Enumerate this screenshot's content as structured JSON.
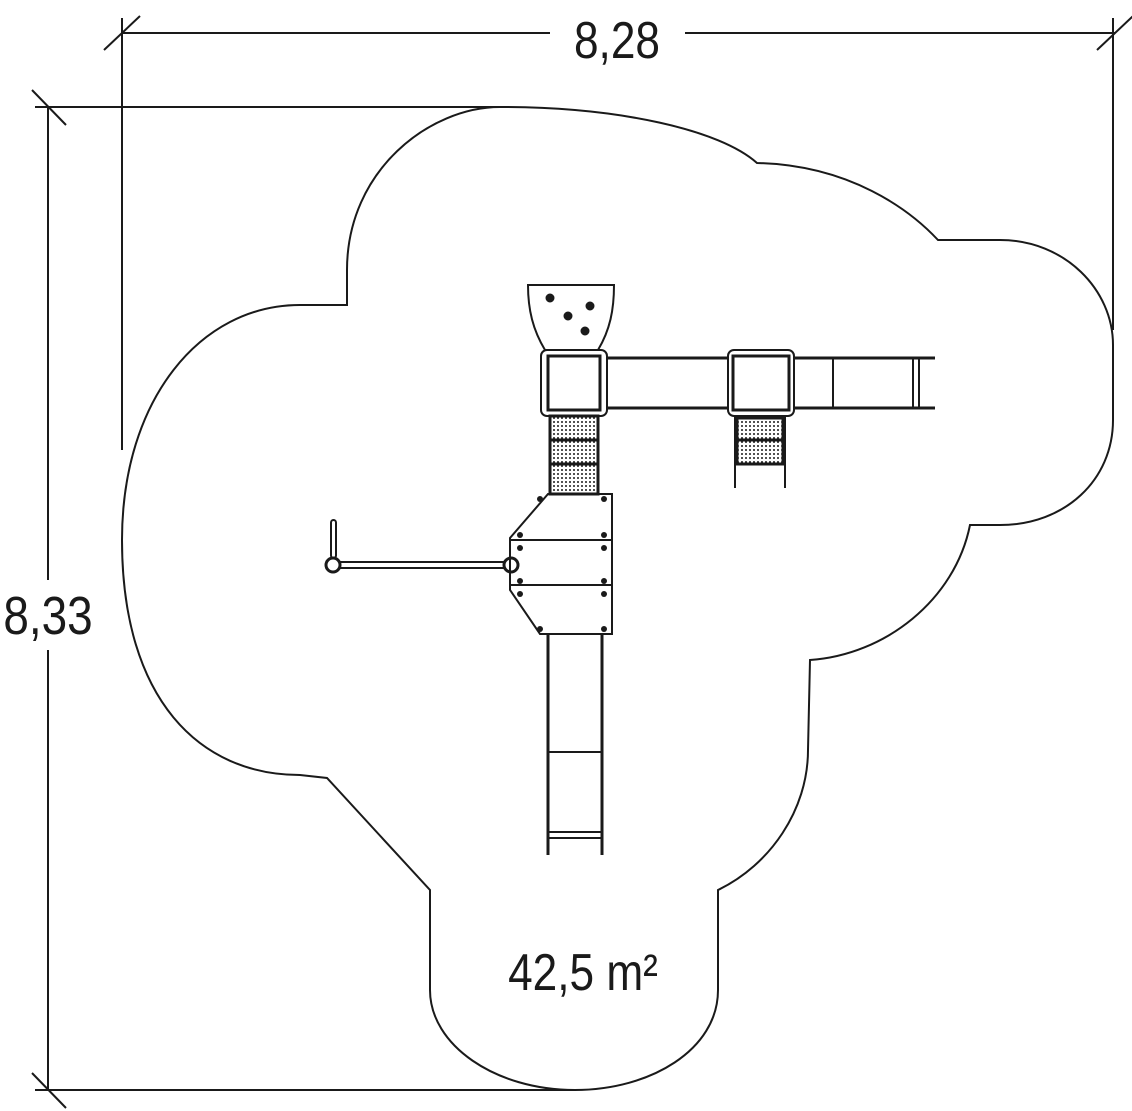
{
  "dimensions": {
    "width_label": "8,28",
    "height_label": "8,33"
  },
  "area_label": "42,5 m²",
  "colors": {
    "line": "#1a1a1a",
    "background": "#ffffff"
  }
}
